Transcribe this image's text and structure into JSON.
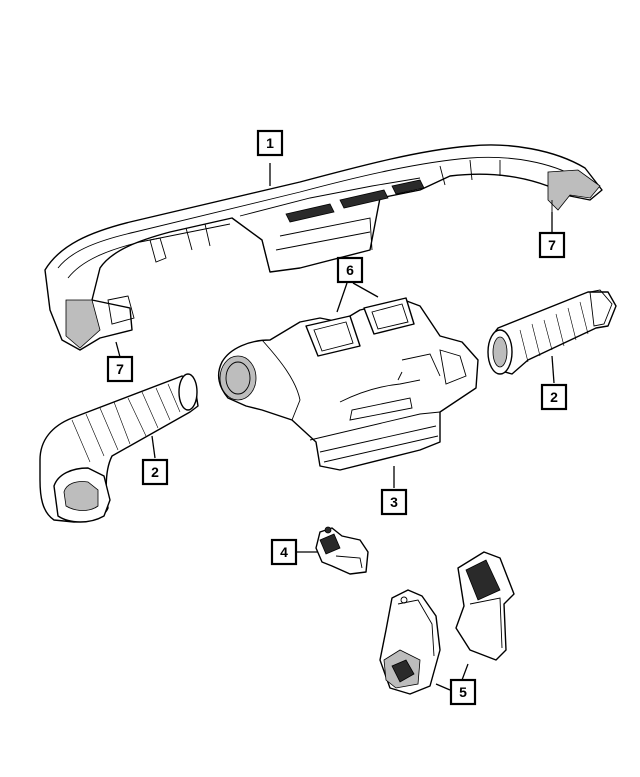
{
  "callouts": [
    {
      "label": "1"
    },
    {
      "label": "2"
    },
    {
      "label": "2"
    },
    {
      "label": "3"
    },
    {
      "label": "4"
    },
    {
      "label": "5"
    },
    {
      "label": "6"
    },
    {
      "label": "7"
    },
    {
      "label": "7"
    }
  ]
}
